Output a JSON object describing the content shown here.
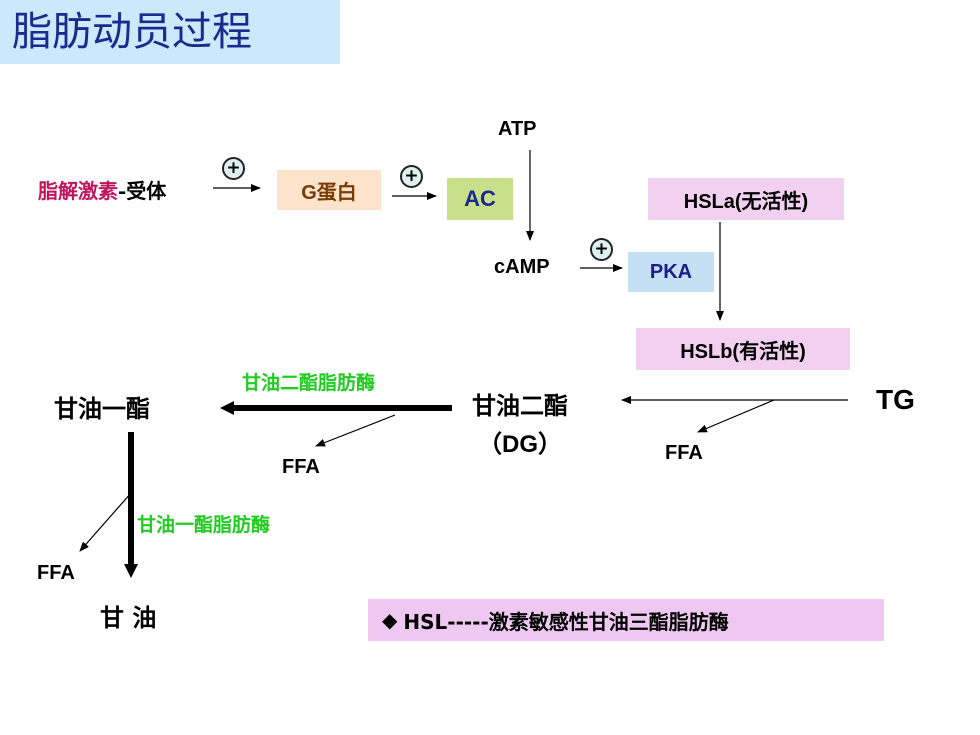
{
  "title": "脂肪动员过程",
  "nodes": {
    "hormone_a": "脂解激素",
    "hormone_b": "-受体",
    "g_protein": "G蛋白",
    "ac": "AC",
    "atp": "ATP",
    "camp": "cAMP",
    "pka": "PKA",
    "hsla": "HSLa(无活性)",
    "hslb": "HSLb(有活性)",
    "tg": "TG",
    "dg_a": "甘油二酯",
    "dg_b": "（DG）",
    "mg": "甘油一酯",
    "glycerol": "甘 油",
    "ffa_1": "FFA",
    "ffa_2": "FFA",
    "ffa_3": "FFA"
  },
  "plus_sign": "+",
  "enzymes": {
    "dg_lipase": "甘油二酯脂肪酶",
    "mg_lipase": "甘油一酯脂肪酶"
  },
  "note": {
    "bullet": "◆",
    "text": "HSL-----激素敏感性甘油三酯脂肪酶"
  },
  "colors": {
    "title_bg": "#cce9fb",
    "title_text": "#1b2a8c",
    "hormone_text": "#c0145e",
    "g_protein_bg": "#fde3cc",
    "g_protein_text": "#7a3b00",
    "ac_bg": "#c8e08a",
    "pka_bg": "#c5dff5",
    "pka_text": "#1d1d8a",
    "hsl_bg": "#f2d0f0",
    "enzyme_text": "#22cc22",
    "note_bg": "#eec8f0"
  }
}
